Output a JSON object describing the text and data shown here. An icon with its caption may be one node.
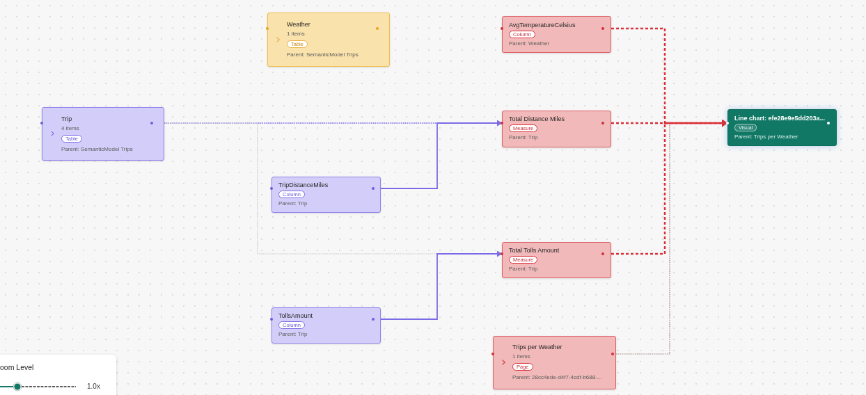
{
  "diagram": {
    "nodes": [
      {
        "text": [
          "Weather",
          "1 items",
          "Table",
          "Parent: SemanticModel Trips"
        ]
      },
      {
        "text": [
          "AvgTemperatureCelsius",
          "Column",
          "Parent: Weather"
        ]
      },
      {
        "text": [
          "Trip",
          "4 items",
          "Table",
          "Parent: SemanticModel Trips"
        ]
      },
      {
        "text": [
          "Total Distance Miles",
          "Measure",
          "Parent: Trip"
        ]
      },
      {
        "text": [
          "Line chart: efe28e9e5dd203a...",
          "Visual",
          "Parent: Trips per Weather"
        ]
      },
      {
        "text": [
          "TripDistanceMiles",
          "Column",
          "Parent: Trip"
        ]
      },
      {
        "text": [
          "Total Tolls Amount",
          "Measure",
          "Parent: Trip"
        ]
      },
      {
        "text": [
          "TollsAmount",
          "Column",
          "Parent: Trip"
        ]
      },
      {
        "text": [
          "Trips per Weather",
          "1 items",
          "Page",
          "Parent: 28cc4ede-d4f7-4cdf-b688-..."
        ]
      }
    ],
    "edges": [
      {
        "from": 2,
        "to": 3,
        "arrow": "to",
        "style": "dashed",
        "color": "#7b6be6"
      },
      {
        "from": 5,
        "to": 3,
        "arrow": "to",
        "color": "#7b6be6"
      },
      {
        "from": 2,
        "to": 6,
        "arrow": "to",
        "style": "dashed",
        "color": "#c8c8c8"
      },
      {
        "from": 7,
        "to": 6,
        "arrow": "to",
        "color": "#7b6be6"
      },
      {
        "from": 1,
        "to": 4,
        "arrow": "to",
        "style": "dashed",
        "color": "#d9303a"
      },
      {
        "from": 3,
        "to": 4,
        "arrow": "to",
        "style": "dashed",
        "color": "#d9303a"
      },
      {
        "from": 6,
        "to": 4,
        "arrow": "to",
        "style": "dashed",
        "color": "#d9303a"
      },
      {
        "from": 8,
        "to": 4,
        "arrow": "to",
        "style": "dashed",
        "color": "#a88484"
      }
    ],
    "labels": [
      "oom Level",
      "1.0x"
    ]
  }
}
